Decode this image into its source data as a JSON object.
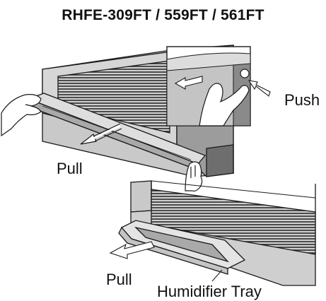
{
  "title": "RHFE-309FT / 559FT / 561FT",
  "labels": {
    "push": "Push",
    "pull_top": "Pull",
    "pull_bottom": "Pull",
    "tray": "Humidifier Tray"
  },
  "colors": {
    "line": "#1a1a1a",
    "panel": "#c4c4c4",
    "panel_light": "#dedede",
    "dark": "#6e6e6e",
    "tray": "#a9a9a9"
  }
}
